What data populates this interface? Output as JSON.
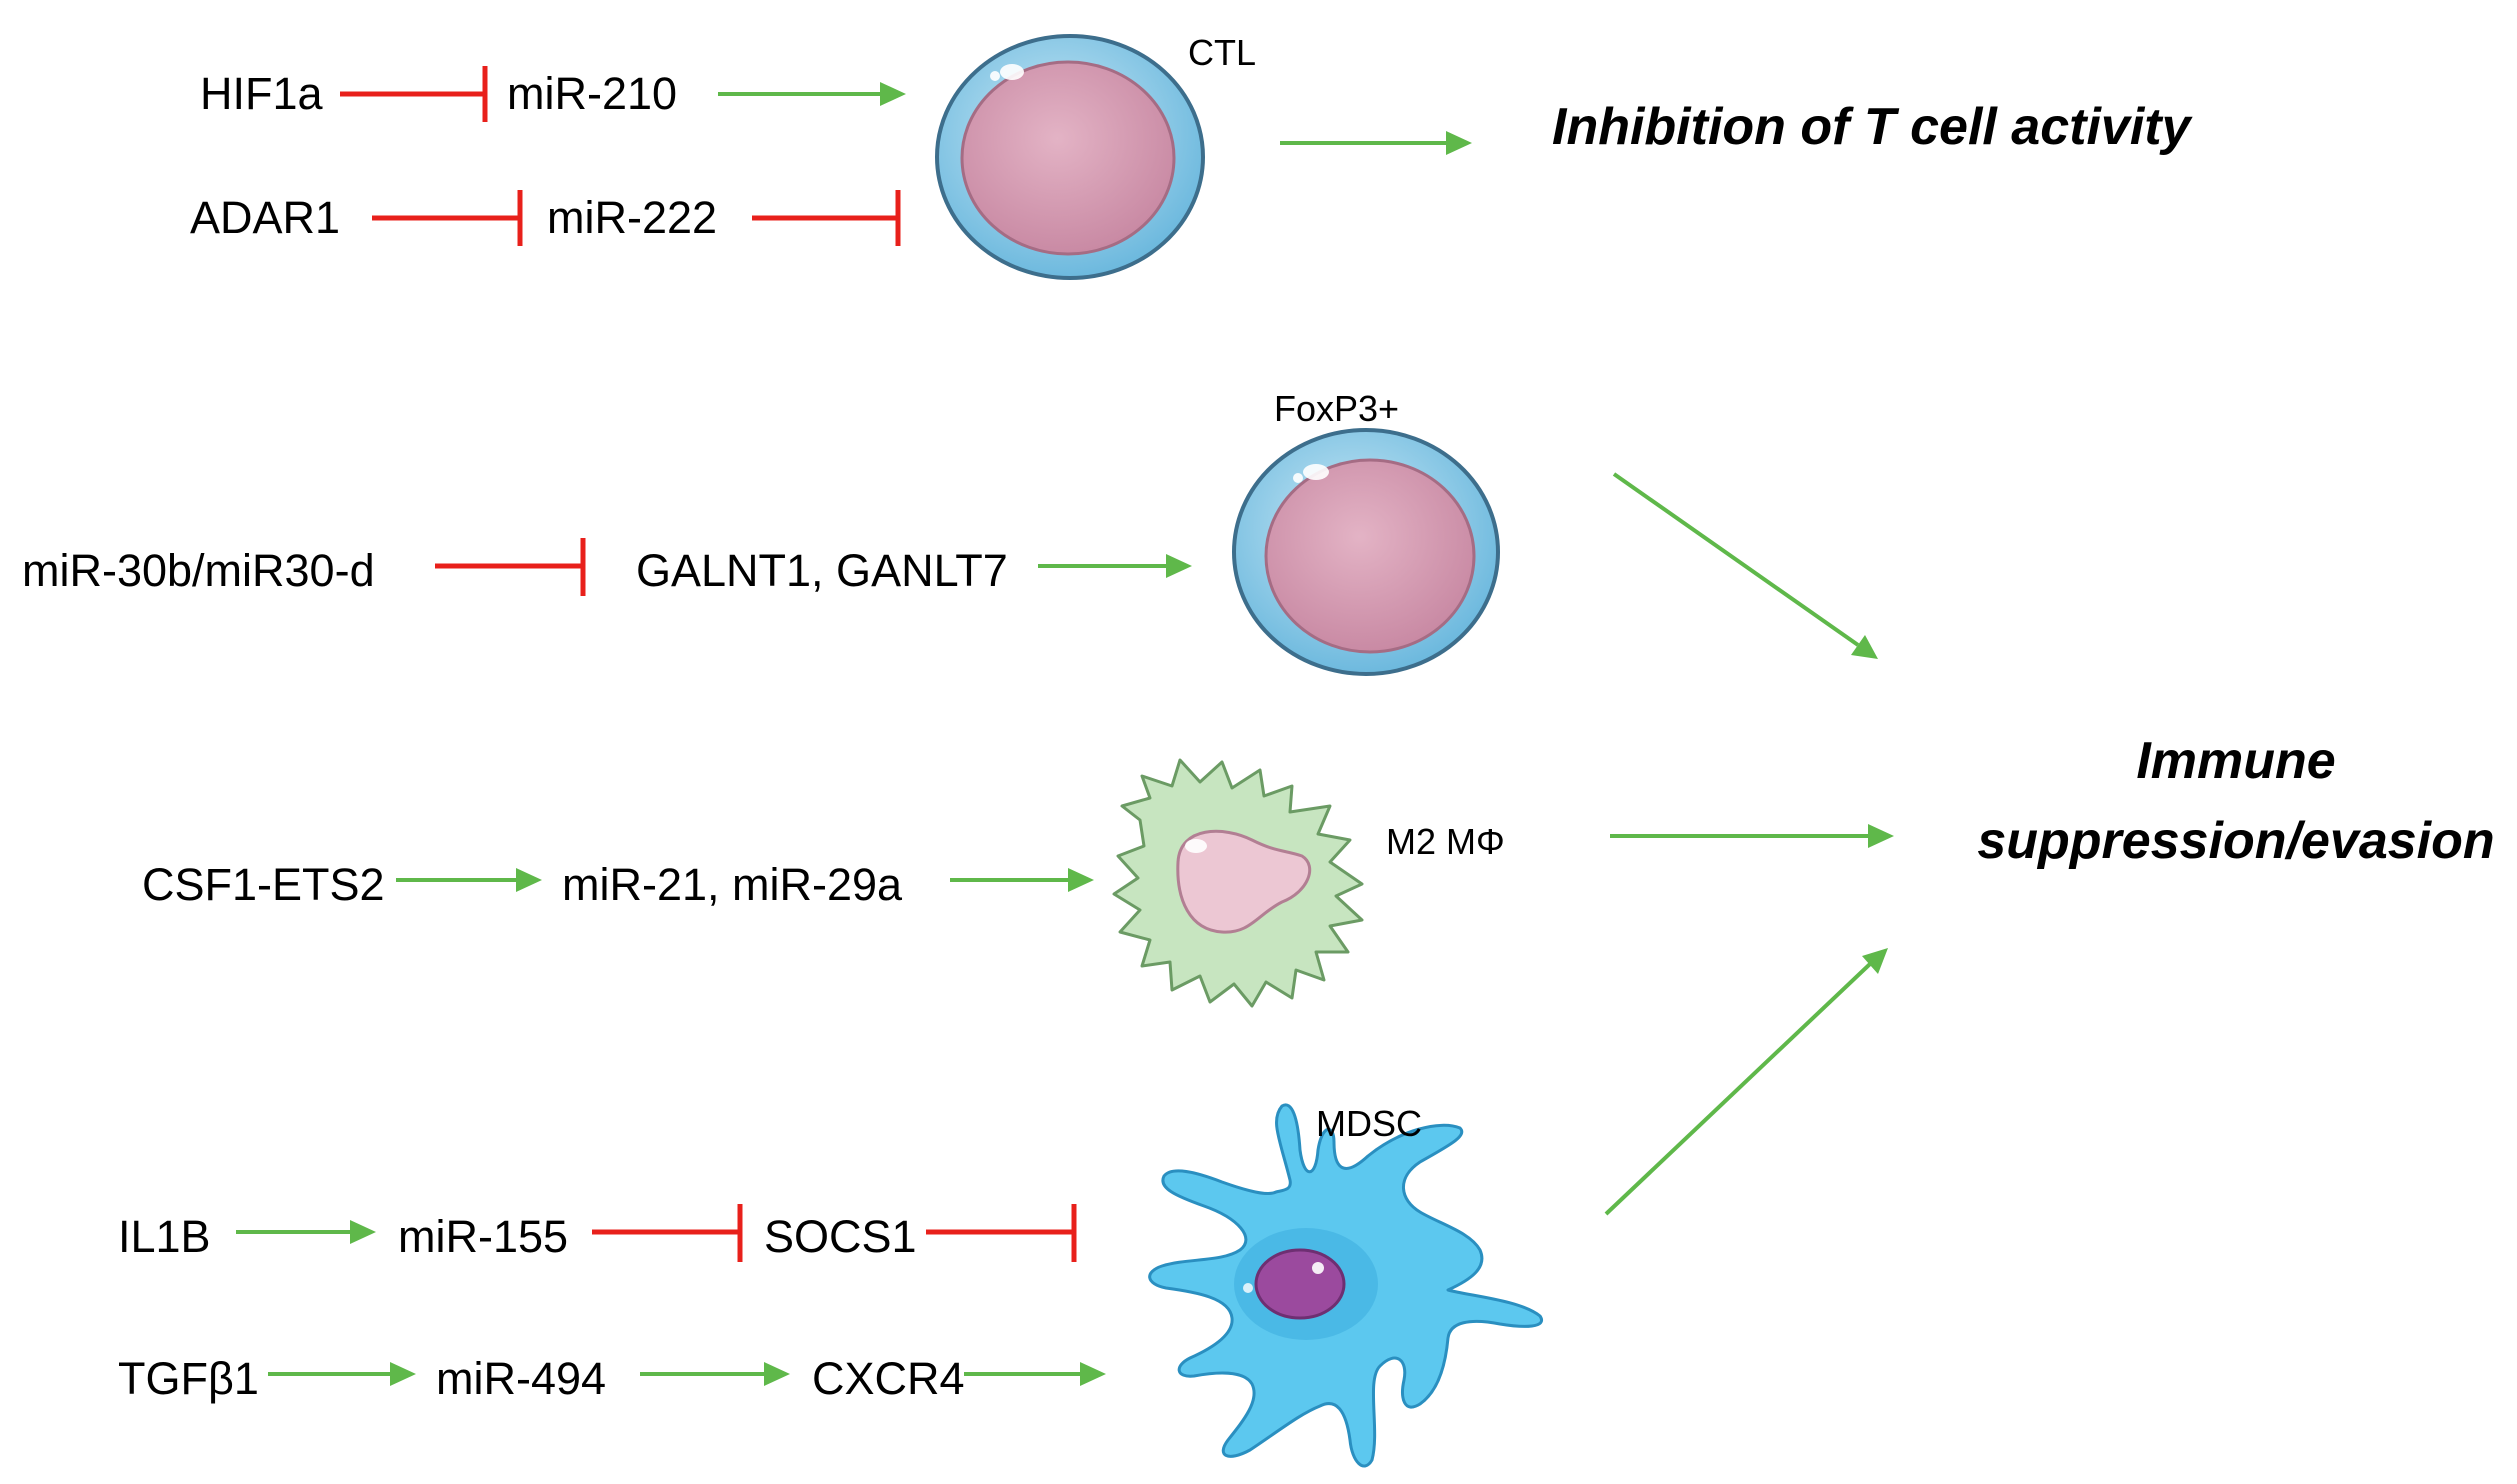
{
  "colors": {
    "activation": "#5fb84a",
    "inhibition": "#e8201b",
    "t_cell_membrane": "#7ec8e8",
    "t_cell_nucleus": "#d9a1b5",
    "macrophage": "#c5e3c0",
    "mdsc": "#5cc8ef",
    "mdsc_nucleus": "#9b4a9e"
  },
  "cells": {
    "ctl": "CTL",
    "treg": "FoxP3+",
    "m2": "M2 MΦ",
    "mdsc": "MDSC"
  },
  "outcomes": {
    "t_cell": "Inhibition of T cell activity",
    "immune_line1": "Immune",
    "immune_line2": "suppression/evasion"
  },
  "pathways": {
    "hif1a": "HIF1a",
    "mir210": "miR-210",
    "adar1": "ADAR1",
    "mir222": "miR-222",
    "mir30": "miR-30b/miR30-d",
    "galnt": "GALNT1, GANLT7",
    "csf1": "CSF1-ETS2",
    "mir21": "miR-21, miR-29a",
    "il1b": "IL1B",
    "mir155": "miR-155",
    "socs1": "SOCS1",
    "tgfb1": "TGFβ1",
    "mir494": "miR-494",
    "cxcr4": "CXCR4"
  },
  "icons": [
    "t-cell-icon",
    "macrophage-icon",
    "mdsc-icon"
  ]
}
